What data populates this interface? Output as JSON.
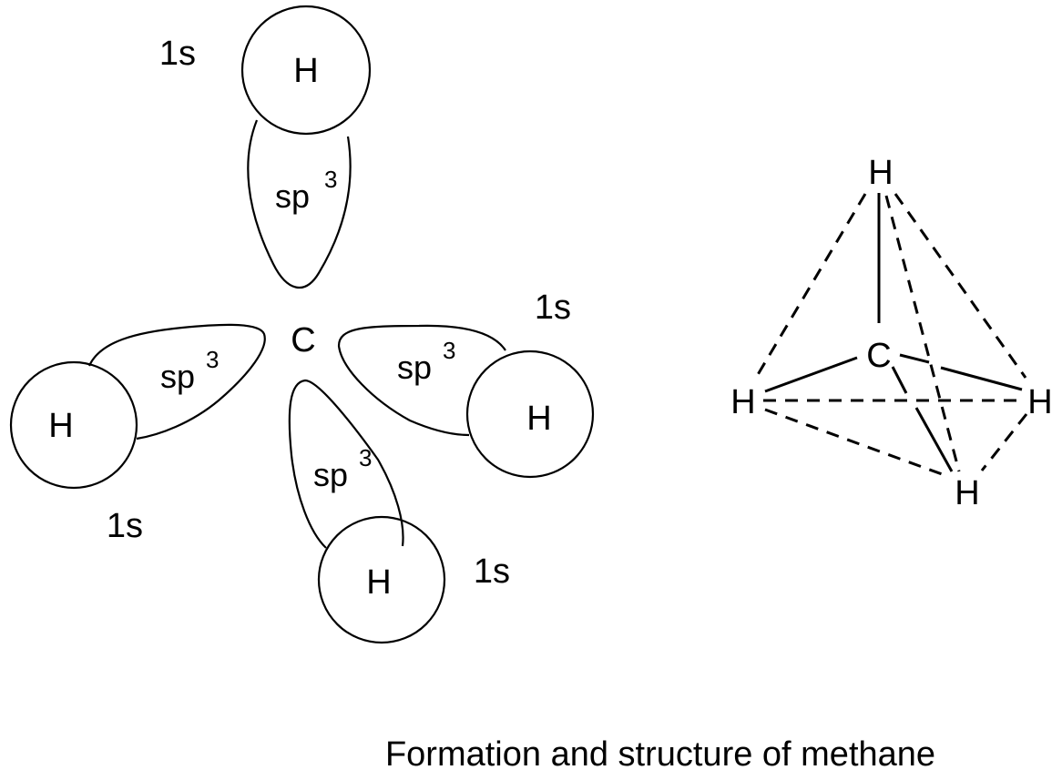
{
  "orbital_diagram": {
    "carbon_label": "C",
    "hydrogen_label": "H",
    "s_orbital_label": "1s",
    "hybrid_label": "sp",
    "hybrid_superscript": "3"
  },
  "tetrahedron": {
    "carbon_label": "C",
    "hydrogen_label": "H"
  },
  "caption": "Formation and structure of methane"
}
